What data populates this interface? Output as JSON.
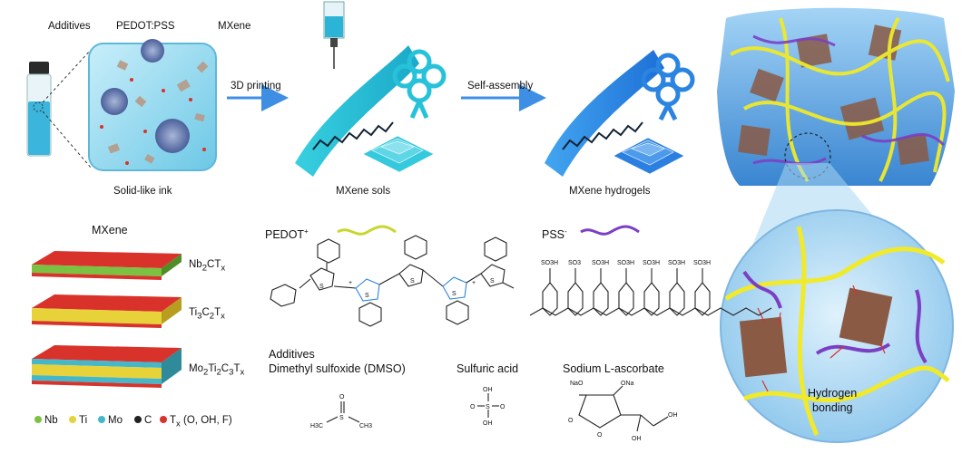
{
  "top_row": {
    "labels": {
      "additives": "Additives",
      "pedot_pss": "PEDOT:PSS",
      "mxene": "MXene",
      "solid_ink": "Solid-like ink",
      "printing": "3D printing",
      "sols": "MXene sols",
      "self_assembly": "Self-assembly",
      "hydrogels": "MXene hydrogels"
    }
  },
  "hydrogen_bonding": {
    "line1": "Hydrogen",
    "line2": "bonding"
  },
  "mxene_panel": {
    "title": "MXene",
    "layers": [
      {
        "formula_a": "Nb",
        "sub_a": "2",
        "formula_b": "CT",
        "sub_b": "x"
      },
      {
        "formula_a": "Ti",
        "sub_a": "3",
        "formula_b": "C",
        "sub_b": "2",
        "formula_c": "T",
        "sub_c": "x"
      },
      {
        "formula_a": "Mo",
        "sub_a": "2",
        "formula_b": "Ti",
        "sub_b": "2",
        "formula_c": "C",
        "sub_c": "3",
        "formula_d": "T",
        "sub_d": "x"
      }
    ],
    "legend": [
      {
        "label": "Nb",
        "color": "#7bc142"
      },
      {
        "label": "Ti",
        "color": "#e8d23a"
      },
      {
        "label": "Mo",
        "color": "#44b7c9"
      },
      {
        "label": "C",
        "color": "#222222"
      },
      {
        "label": "T",
        "sub": "x",
        "suffix": " (O, OH, F)",
        "color": "#d9322b"
      }
    ]
  },
  "polymers": {
    "pedot": {
      "label": "PEDOT",
      "sup": "+",
      "line_color": "#c8d62e"
    },
    "pss": {
      "label": "PSS",
      "sup": "-",
      "line_color": "#7b3fc4"
    },
    "pss_groups": [
      "SO3H",
      "SO3",
      "SO3H",
      "SO3H",
      "SO3H",
      "SO3H",
      "SO3H"
    ]
  },
  "additives": {
    "heading": "Additives",
    "items": [
      {
        "name": "Dimethyl sulfoxide (DMSO)"
      },
      {
        "name": "Sulfuric acid"
      },
      {
        "name": "Sodium L-ascorbate"
      }
    ],
    "dmso_atoms": {
      "o": "O",
      "s": "S",
      "left": "H3C",
      "right": "CH3"
    },
    "sulfuric_atoms": {
      "oh_top": "OH",
      "oh_bottom": "OH",
      "o_left": "O",
      "s": "S",
      "o_right": "O"
    },
    "ascorbate_atoms": {
      "ona_left": "NaO",
      "ona_right": "ONa",
      "o_ring": "O",
      "o_carbonyl": "O",
      "oh_chain": "OH",
      "oh_bottom": "OH"
    }
  },
  "colors": {
    "ink_cube": "#8fd6ec",
    "sol_cyan": "#27c2d9",
    "gel_blue": "#2a84e0",
    "arrow": "#3e8fe3",
    "hydrogel_block": "#5aa7e3"
  }
}
